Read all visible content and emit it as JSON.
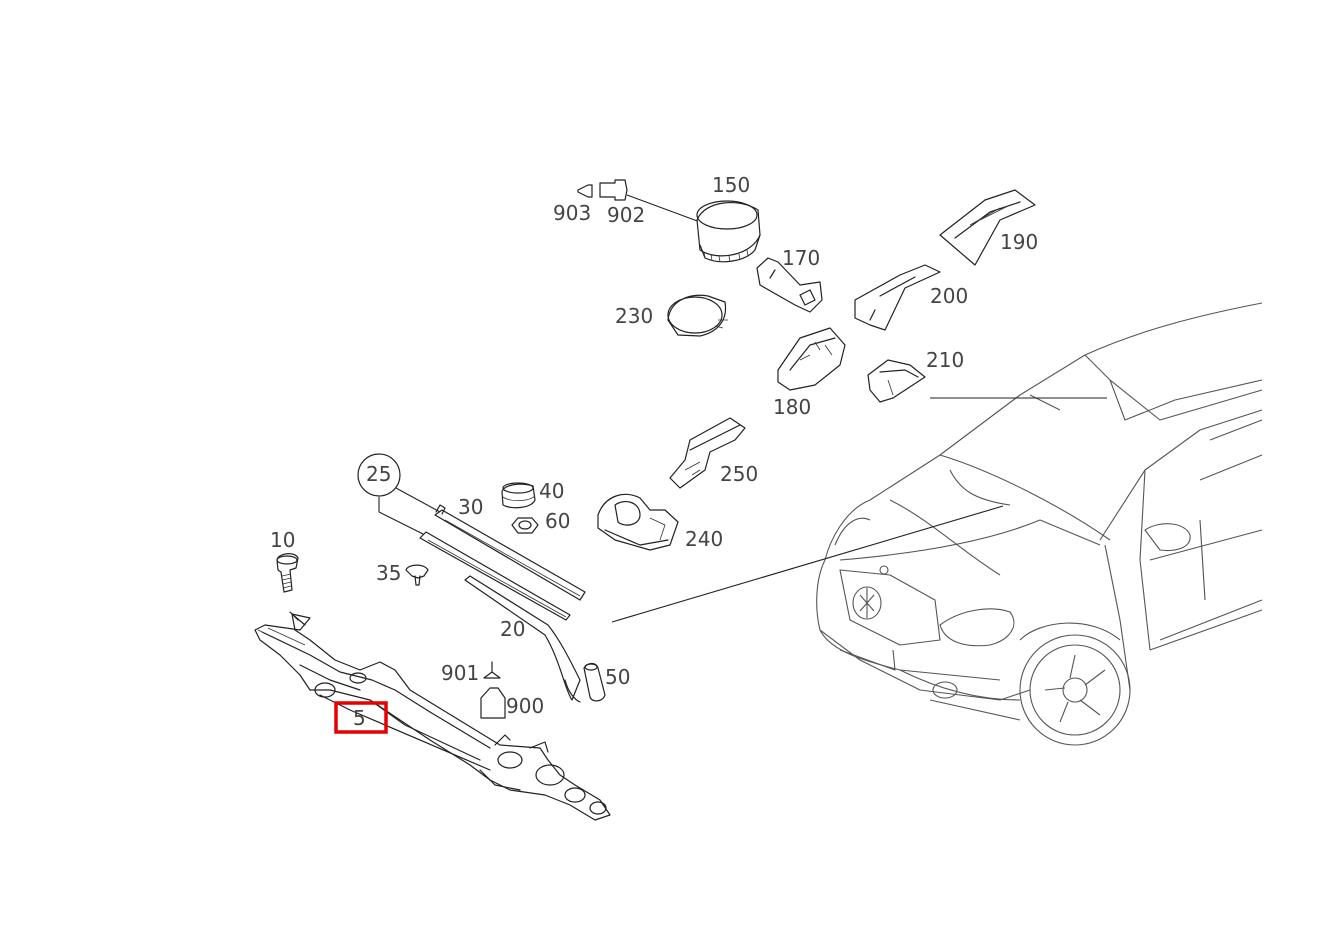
{
  "parts": [
    {
      "id": "p903",
      "label": "903"
    },
    {
      "id": "p902",
      "label": "902"
    },
    {
      "id": "p150",
      "label": "150"
    },
    {
      "id": "p190",
      "label": "190"
    },
    {
      "id": "p170",
      "label": "170"
    },
    {
      "id": "p200",
      "label": "200"
    },
    {
      "id": "p230",
      "label": "230"
    },
    {
      "id": "p210",
      "label": "210"
    },
    {
      "id": "p180",
      "label": "180"
    },
    {
      "id": "p250",
      "label": "250"
    },
    {
      "id": "p25",
      "label": "25"
    },
    {
      "id": "p40",
      "label": "40"
    },
    {
      "id": "p30",
      "label": "30"
    },
    {
      "id": "p60",
      "label": "60"
    },
    {
      "id": "p240",
      "label": "240"
    },
    {
      "id": "p10",
      "label": "10"
    },
    {
      "id": "p35",
      "label": "35"
    },
    {
      "id": "p20",
      "label": "20"
    },
    {
      "id": "p901",
      "label": "901"
    },
    {
      "id": "p50",
      "label": "50"
    },
    {
      "id": "p900",
      "label": "900"
    },
    {
      "id": "p5",
      "label": "5"
    }
  ],
  "highlighted_part": "5",
  "colors": {
    "highlight": "#e60000",
    "line": "#222222",
    "label": "#444444"
  }
}
